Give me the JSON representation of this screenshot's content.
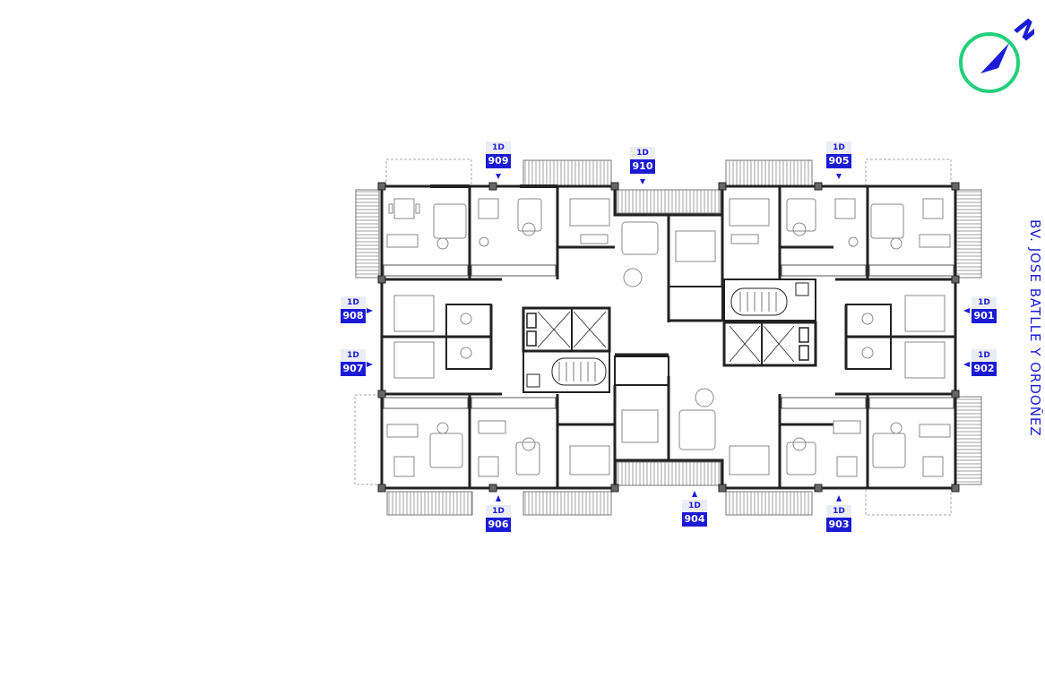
{
  "compass": {
    "label": "N",
    "ring_color": "#22d07a",
    "needle_color": "#1b1bd6",
    "icon": "north-arrow-icon"
  },
  "street": {
    "name": "BV. JOSE BATLLE Y ORDOÑEZ"
  },
  "colors": {
    "accent": "#1b1bd6",
    "wall": "#222222",
    "line": "#777777",
    "furniture": "#8a8a8a"
  },
  "units": [
    {
      "number": "909",
      "type": "1D"
    },
    {
      "number": "910",
      "type": "1D"
    },
    {
      "number": "905",
      "type": "1D"
    },
    {
      "number": "908",
      "type": "1D"
    },
    {
      "number": "901",
      "type": "1D"
    },
    {
      "number": "907",
      "type": "1D"
    },
    {
      "number": "902",
      "type": "1D"
    },
    {
      "number": "906",
      "type": "1D"
    },
    {
      "number": "904",
      "type": "1D"
    },
    {
      "number": "903",
      "type": "1D"
    }
  ]
}
